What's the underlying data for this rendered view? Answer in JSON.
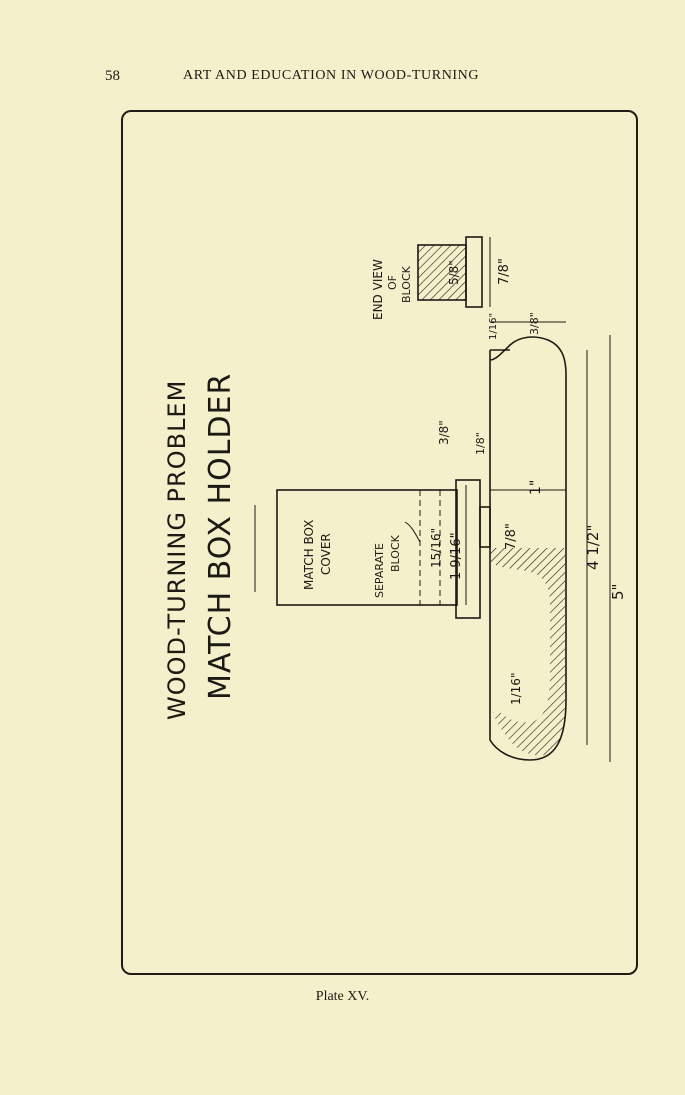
{
  "header": {
    "page_number": "58",
    "running_head": "ART AND EDUCATION IN WOOD-TURNING"
  },
  "plate": {
    "title_line1": "WOOD-TURNING PROBLEM",
    "title_line2": "MATCH BOX HOLDER",
    "labels": {
      "match_box_cover_1": "MATCH BOX",
      "match_box_cover_2": "COVER",
      "separate_block_1": "SEPARATE",
      "separate_block_2": "BLOCK",
      "end_view_1": "END VIEW",
      "end_view_2": "OF",
      "end_view_3": "BLOCK"
    },
    "dimensions": {
      "five": "5\"",
      "four_half": "4 1/2\"",
      "one": "1\"",
      "seven_eighths": "7/8\"",
      "one_nine_sixteenths": "1 9/16\"",
      "fifteen_sixteenths": "15/16\"",
      "one_eighth": "1/8\"",
      "three_eighths": "3/8\"",
      "one_sixteenth": "1/16\"",
      "end_seven_eighths": "7/8\"",
      "end_five_eighths": "5/8\"",
      "top_three_eighths": "3/8\"",
      "small_sixteenths": "1/16\""
    }
  },
  "caption": "Plate XV."
}
